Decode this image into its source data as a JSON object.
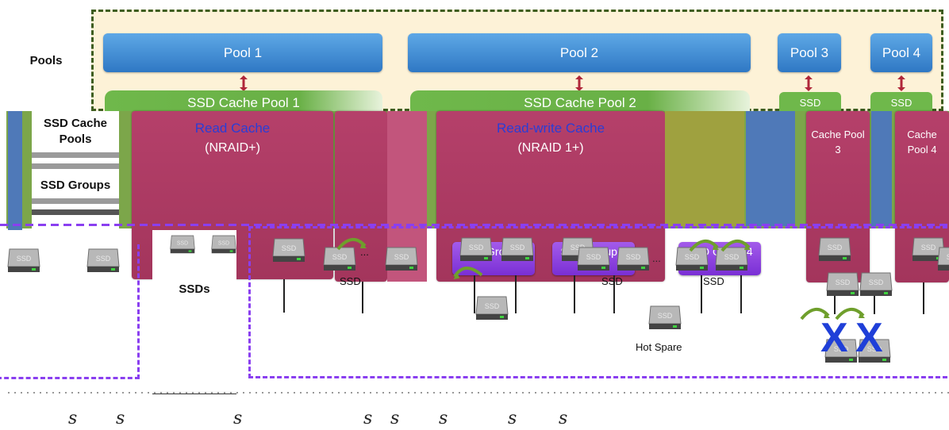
{
  "labels": {
    "pools": "Pools",
    "ssd_cache_pools": "SSD Cache Pools",
    "ssd_groups": "SSD Groups",
    "ssds": "SSDs"
  },
  "pools": [
    "Pool 1",
    "Pool 2",
    "Pool 3",
    "Pool 4"
  ],
  "cache_pools": {
    "p1": "SSD Cache Pool 1",
    "p2": "SSD Cache Pool 2",
    "p3_top": "SSD",
    "p3_bottom": "Cache Pool 3",
    "p4_top": "SSD",
    "p4_bottom": "Cache Pool 4"
  },
  "read_cache": {
    "title": "Read Cache",
    "sub": "(NRAID+)"
  },
  "rw_cache": {
    "title": "Read-write Cache",
    "sub": "(NRAID 1+)"
  },
  "groups": {
    "g1": "SSD Group 1",
    "g2": "SSD Group 2",
    "g4": "SSD Group 4",
    "ellipsis": "..."
  },
  "disk_labels": {
    "ssd": "SSD",
    "hot_spare": "Hot Spare",
    "ellipsis": "..."
  },
  "failure_mark": "X",
  "bottom_glyphs": [
    "s",
    "s",
    "s",
    "s",
    "s",
    "s",
    "s",
    "s"
  ],
  "colors": {
    "pool": "#3d8ad6",
    "cache_pool": "#6fb84b",
    "cache_box": "#a8385f",
    "group": "#8a3fe0",
    "dashed_border": "#8a3ff0"
  }
}
